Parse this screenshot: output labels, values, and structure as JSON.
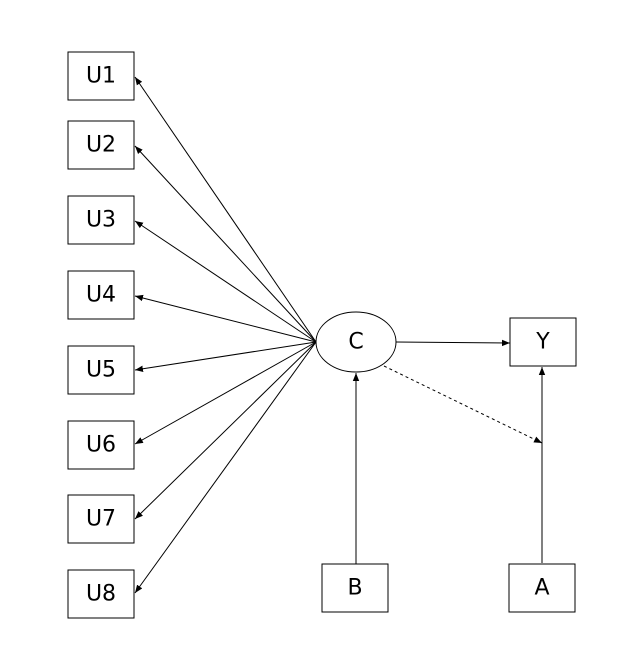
{
  "diagram": {
    "colors": {
      "stroke": "#000000",
      "fill": "#ffffff",
      "background": "#ffffff"
    },
    "nodes": {
      "U1": {
        "label": "U1",
        "shape": "rectangle"
      },
      "U2": {
        "label": "U2",
        "shape": "rectangle"
      },
      "U3": {
        "label": "U3",
        "shape": "rectangle"
      },
      "U4": {
        "label": "U4",
        "shape": "rectangle"
      },
      "U5": {
        "label": "U5",
        "shape": "rectangle"
      },
      "U6": {
        "label": "U6",
        "shape": "rectangle"
      },
      "U7": {
        "label": "U7",
        "shape": "rectangle"
      },
      "U8": {
        "label": "U8",
        "shape": "rectangle"
      },
      "C": {
        "label": "C",
        "shape": "ellipse"
      },
      "Y": {
        "label": "Y",
        "shape": "rectangle"
      },
      "B": {
        "label": "B",
        "shape": "rectangle"
      },
      "A": {
        "label": "A",
        "shape": "rectangle"
      }
    },
    "edges": [
      {
        "from": "C",
        "to": "U1",
        "style": "solid"
      },
      {
        "from": "C",
        "to": "U2",
        "style": "solid"
      },
      {
        "from": "C",
        "to": "U3",
        "style": "solid"
      },
      {
        "from": "C",
        "to": "U4",
        "style": "solid"
      },
      {
        "from": "C",
        "to": "U5",
        "style": "solid"
      },
      {
        "from": "C",
        "to": "U6",
        "style": "solid"
      },
      {
        "from": "C",
        "to": "U7",
        "style": "solid"
      },
      {
        "from": "C",
        "to": "U8",
        "style": "solid"
      },
      {
        "from": "C",
        "to": "Y",
        "style": "solid"
      },
      {
        "from": "B",
        "to": "C",
        "style": "solid"
      },
      {
        "from": "A",
        "to": "Y",
        "style": "solid"
      },
      {
        "from": "C",
        "to": "A-Y",
        "style": "dashed"
      }
    ]
  }
}
